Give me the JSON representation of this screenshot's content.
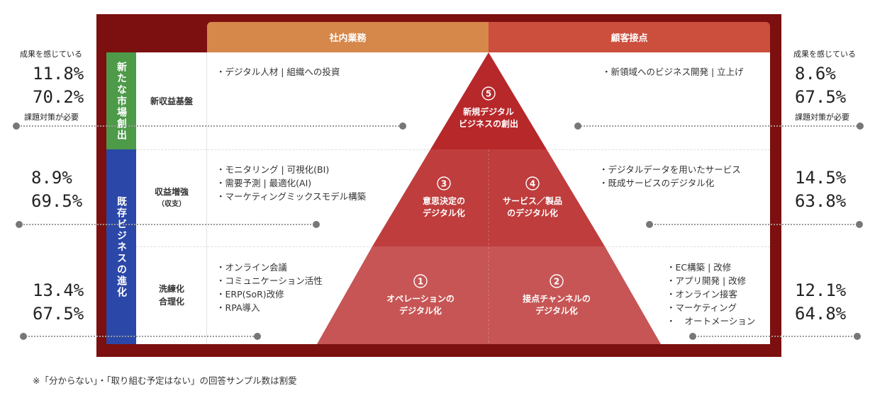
{
  "headers": {
    "left": "社内業務",
    "right": "顧客接点"
  },
  "side_labels": {
    "top": "新たな市場創出",
    "bottom": "既存ビジネスの進化"
  },
  "rows": {
    "row1": {
      "label": "新収益基盤"
    },
    "row2": {
      "label": "収益増強",
      "sub": "（収支）"
    },
    "row3": {
      "label_line1": "洗練化",
      "label_line2": "合理化"
    }
  },
  "left_items": {
    "row1": [
      "デジタル人材 | 組織への投資"
    ],
    "row2": [
      "モニタリング | 可視化(BI)",
      "需要予測 | 最適化(AI)",
      "マーケティングミックスモデル構築"
    ],
    "row3": [
      "オンライン会議",
      "コミュニケーション活性",
      "ERP(SoR)改修",
      "RPA導入"
    ]
  },
  "right_items": {
    "row1": [
      "新領域へのビジネス開発 | 立上げ"
    ],
    "row2": [
      "デジタルデータを用いたサービス",
      "既成サービスのデジタル化"
    ],
    "row3": [
      "EC構築 | 改修",
      "アプリ開発 | 改修",
      "オンライン接客",
      "マーケティング",
      "オートメーション"
    ]
  },
  "pyramid": {
    "p5": {
      "num": "5",
      "line1": "新規デジタル",
      "line2": "ビジネスの創出"
    },
    "p3": {
      "num": "3",
      "line1": "意思決定の",
      "line2": "デジタル化"
    },
    "p4": {
      "num": "4",
      "line1": "サービス／製品",
      "line2": "のデジタル化"
    },
    "p1": {
      "num": "1",
      "line1": "オペレーションの",
      "line2": "デジタル化"
    },
    "p2": {
      "num": "2",
      "line1": "接点チャンネルの",
      "line2": "デジタル化"
    },
    "colors": {
      "top": "#b7282b",
      "middle": "#bf3d3d",
      "bottom": "#c75555"
    }
  },
  "stats": {
    "left": {
      "label_top": "成果を感じている",
      "label_bottom": "課題対策が必要",
      "row1": [
        "11.8%",
        "70.2%"
      ],
      "row2": [
        "8.9%",
        "69.5%"
      ],
      "row3": [
        "13.4%",
        "67.5%"
      ]
    },
    "right": {
      "label_top": "成果を感じている",
      "label_bottom": "課題対策が必要",
      "row1": [
        "8.6%",
        "67.5%"
      ],
      "row2": [
        "14.5%",
        "63.8%"
      ],
      "row3": [
        "12.1%",
        "64.8%"
      ]
    }
  },
  "footnote": "※「分からない」・「取り組む予定はない」の回答サンプル数は割愛",
  "colors": {
    "frame": "#7c0f0f",
    "green": "#4d9a49",
    "blue": "#2b47a8",
    "orange": "#d6874a",
    "red": "#cc4e3d"
  }
}
